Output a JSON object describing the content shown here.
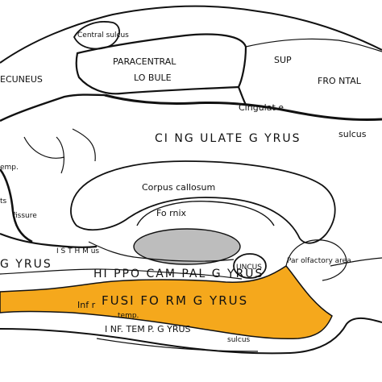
{
  "colors": {
    "background": "#ffffff",
    "outline": "#111111",
    "fusiform_highlight": "#f5a81c",
    "fornix_shade": "#bdbdbd"
  },
  "labels": {
    "central_sulcus": "Central sulcus",
    "paracentral": "PARACENTRAL",
    "lobule": "LO BULE",
    "sup": "SUP",
    "frontal": "FRO NTAL",
    "precuneus": "ECUNEUS",
    "cingulate_sulcus_1": "Cingulat e",
    "cingulate_sulcus_2": "sulcus",
    "cingulate_gyrus": "CI NG ULATE G YRUS",
    "corpus_callosum": "Corpus callosum",
    "fornix": "Fo rnix",
    "isthmus": "I S T H M us",
    "gyrus_left": "G YRUS",
    "hippocampal_gyrus": "HI PPO CAM PAL G YRUS",
    "uncus": "UNCUS",
    "parolfactory_area": "Par olfactory area",
    "fusiform_gyrus": "FUSI FO RM G YRUS",
    "inf": "Inf r",
    "temp": "temp.",
    "inf_temp_gyrus": "I NF. TEM P. G YRUS",
    "sulcus_bottom": "sulcus",
    "fissure": "fissure",
    "calc": "emp.",
    "ts": "ts"
  }
}
